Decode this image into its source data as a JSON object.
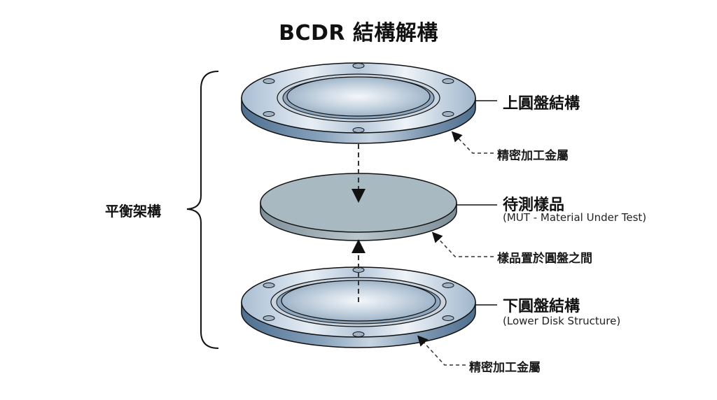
{
  "title": "BCDR 結構解構",
  "group_label": "平衡架構",
  "components": {
    "upper_disk": {
      "label": "上圓盤結構",
      "note": "精密加工金屬"
    },
    "mut": {
      "label": "待測樣品",
      "sublabel": "(MUT - Material Under Test)",
      "note": "樣品置於圓盤之間"
    },
    "lower_disk": {
      "label": "下圓盤結構",
      "sublabel": "(Lower Disk Structure)",
      "note": "精密加工金屬"
    }
  },
  "colors": {
    "metal_light": "#e8eef4",
    "metal_mid": "#b8c8d8",
    "metal_dark": "#5a7a9a",
    "sample_top": "#a8b8c0",
    "sample_edge": "#7d8f98",
    "line": "#111111"
  }
}
